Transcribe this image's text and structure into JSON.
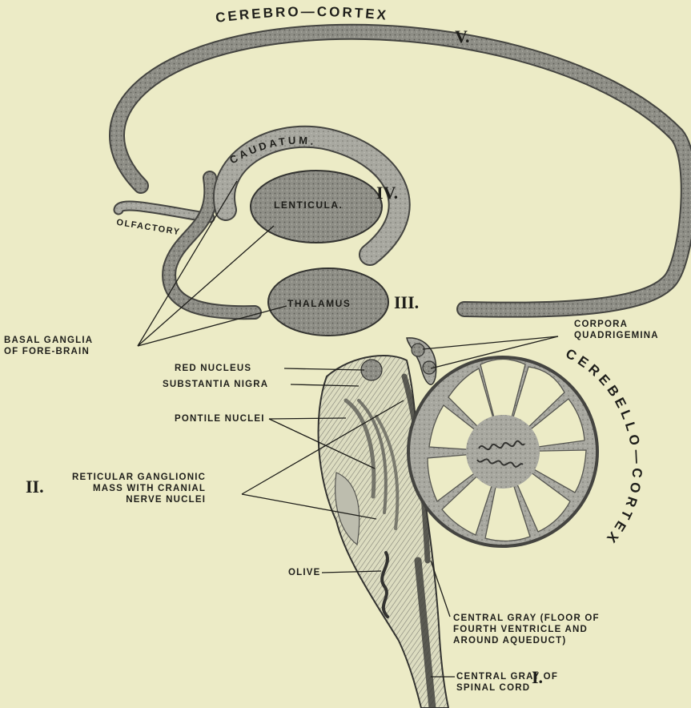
{
  "arc_labels": {
    "cerebro_cortex": "CEREBRO—CORTEX",
    "caudatum": "CAUDATUM.",
    "cerebello_cortex": "CEREBELLO—CORTEX"
  },
  "inner_labels": {
    "lenticula": "LENTICULA.",
    "thalamus": "THALAMUS",
    "olfactory": "OLFACTORY"
  },
  "levels": {
    "i": "I.",
    "ii": "II.",
    "iii": "III.",
    "iv": "IV.",
    "v": "V."
  },
  "callouts": {
    "basal_ganglia": [
      "BASAL GANGLIA",
      "OF FORE-BRAIN"
    ],
    "corpora_quadrigemina": [
      "CORPORA",
      "QUADRIGEMINA"
    ],
    "red_nucleus": "RED NUCLEUS",
    "substantia_nigra": "SUBSTANTIA NIGRA",
    "pontile_nuclei": "PONTILE NUCLEI",
    "reticular": [
      "RETICULAR GANGLIONIC",
      "MASS WITH CRANIAL",
      "NERVE NUCLEI"
    ],
    "olive": "OLIVE",
    "central_gray_fourth": [
      "CENTRAL GRAY (FLOOR OF",
      "FOURTH VENTRICLE AND",
      "AROUND AQUEDUCT)"
    ],
    "central_gray_cord": [
      "CENTRAL GRAY OF",
      "SPINAL CORD"
    ]
  },
  "colors": {
    "paper": "#ecebc6",
    "gray_matter": "#8c8c85",
    "ink": "#1e1e1a"
  }
}
